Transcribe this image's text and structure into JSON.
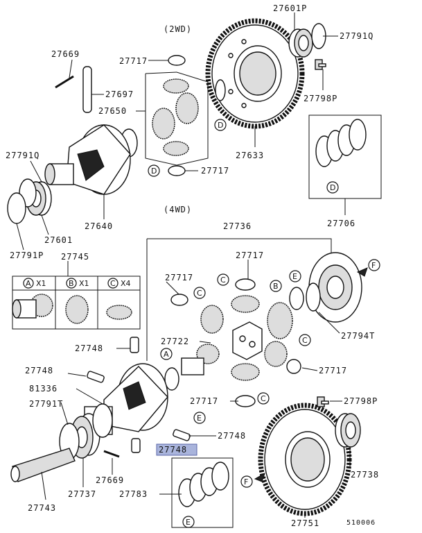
{
  "section_labels": {
    "two_wd": "(2WD)",
    "four_wd": "(4WD)"
  },
  "diagram_code": "510006",
  "highlighted_part": "27748",
  "kit_box": {
    "cells": [
      {
        "letter": "A",
        "qty": "X1"
      },
      {
        "letter": "B",
        "qty": "X1"
      },
      {
        "letter": "C",
        "qty": "X4"
      }
    ]
  },
  "callouts": {
    "D": "D",
    "E": "E",
    "F": "F",
    "C": "C",
    "B": "B",
    "A": "A"
  },
  "parts": {
    "p27601P": "27601P",
    "p27791Q_top": "27791Q",
    "p27669_top": "27669",
    "p27717_a": "27717",
    "p27697": "27697",
    "p27798P_top": "27798P",
    "p27650": "27650",
    "p27633": "27633",
    "p27791Q_left": "27791Q",
    "p27717_b": "27717",
    "p27706": "27706",
    "p27601": "27601",
    "p27640": "27640",
    "p27736": "27736",
    "p27791P": "27791P",
    "p27745": "27745",
    "p27717_c": "27717",
    "p27717_d": "27717",
    "p27794T": "27794T",
    "p27722": "27722",
    "p27748_a": "27748",
    "p27748_b": "27748",
    "p27717_e": "27717",
    "p81336": "81336",
    "p27717_f": "27717",
    "p27798P_bot": "27798P",
    "p27791T": "27791T",
    "p27748_c": "27748",
    "p27748_hl": "27748",
    "p27738": "27738",
    "p27669_bot": "27669",
    "p27737": "27737",
    "p27783": "27783",
    "p27743": "27743",
    "p27751": "27751"
  }
}
